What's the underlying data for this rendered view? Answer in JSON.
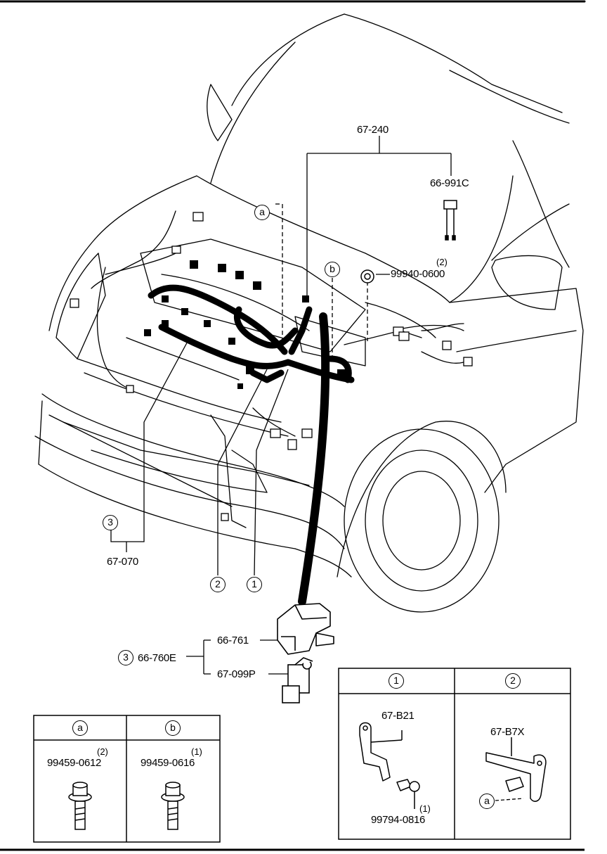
{
  "harness_parts": {
    "part_67_240": "67-240",
    "part_66_991c": "66-991C",
    "part_99940_0600": "99940-0600",
    "part_99940_qty": "(2)",
    "part_67_070": "67-070"
  },
  "battery_parts": {
    "part_66_760e": "66-760E",
    "part_66_761": "66-761",
    "part_67_099p": "67-099P"
  },
  "callouts": {
    "a": "a",
    "b": "b",
    "one": "1",
    "two": "2",
    "three": "3"
  },
  "detail_ab": {
    "head_a": "a",
    "head_b": "b",
    "bolt_a": "99459-0612",
    "bolt_a_qty": "(2)",
    "bolt_b": "99459-0616",
    "bolt_b_qty": "(1)"
  },
  "detail_12": {
    "head_1": "1",
    "head_2": "2",
    "bracket_1": "67-B21",
    "bolt_1": "99794-0816",
    "bolt_1_qty": "(1)",
    "bracket_2": "67-B7X",
    "ref_a": "a"
  }
}
